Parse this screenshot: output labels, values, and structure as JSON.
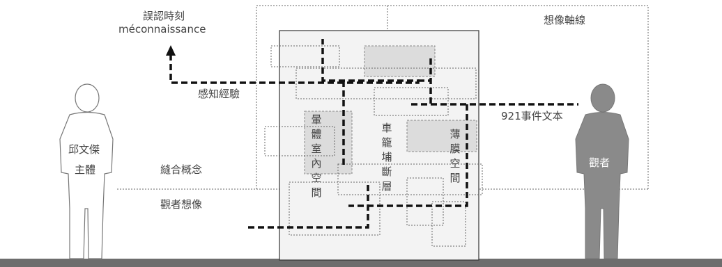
{
  "labels": {
    "misrecognition_zh": "誤認時刻",
    "misrecognition_en": "méconnaissance",
    "imaginary_axis": "想像軸線",
    "perceptual_experience": "感知經驗",
    "event_text": "921事件文本",
    "suture_concept": "縫合概念",
    "viewer_imagination": "觀者想像",
    "subject_name": "邱文傑",
    "subject_role": "主體",
    "viewer": "觀者",
    "col_bright_interior": "暈體室內空間",
    "col_vehicle_cage": "車籠埔斷層",
    "col_thin_membrane": "薄膜空間"
  }
}
